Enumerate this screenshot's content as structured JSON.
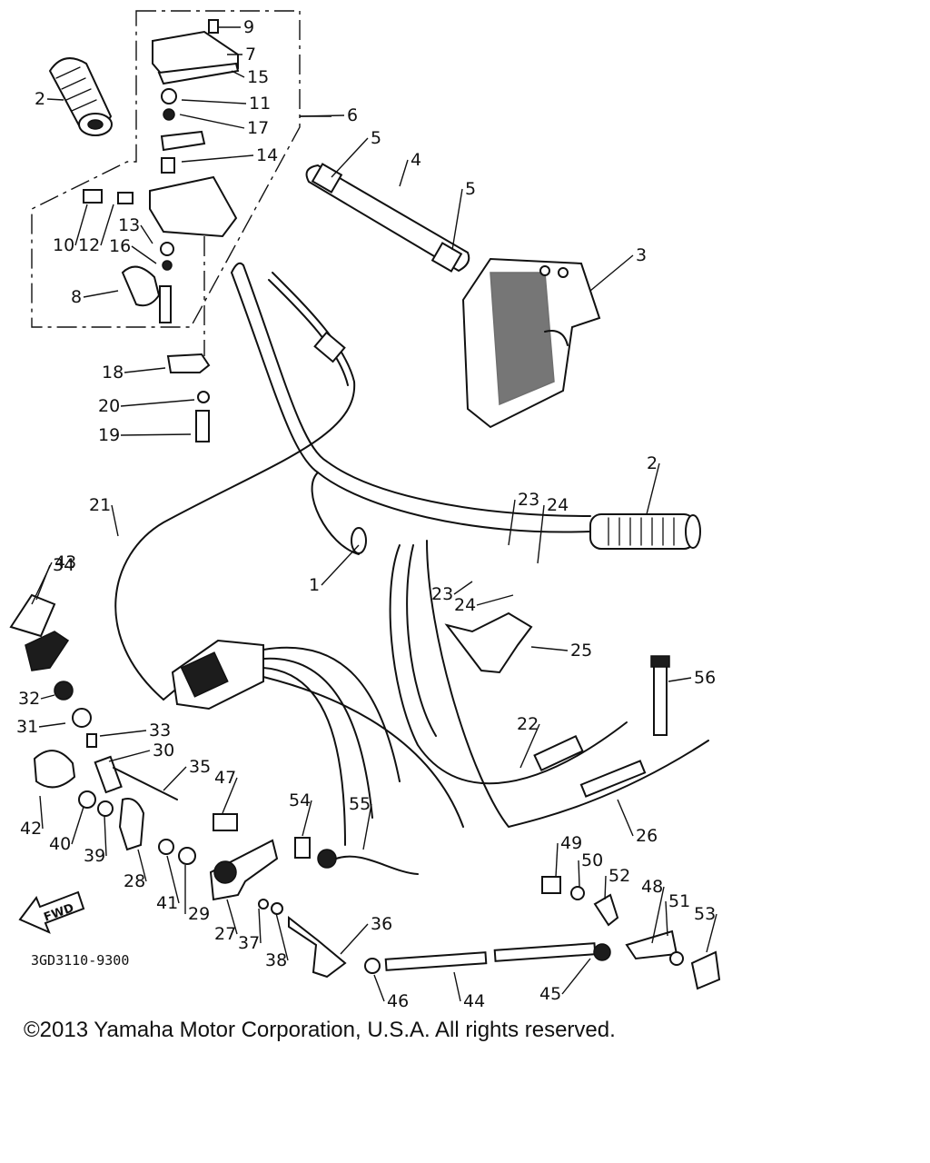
{
  "diagram": {
    "fwd_badge": "FWD",
    "code": "3GD3110-9300",
    "labels": [
      "1",
      "2",
      "2",
      "3",
      "4",
      "5",
      "5",
      "6",
      "7",
      "8",
      "9",
      "10",
      "11",
      "12",
      "13",
      "14",
      "15",
      "16",
      "17",
      "18",
      "19",
      "20",
      "21",
      "22",
      "23",
      "23",
      "24",
      "24",
      "25",
      "26",
      "27",
      "28",
      "29",
      "30",
      "31",
      "32",
      "33",
      "34",
      "35",
      "36",
      "37",
      "38",
      "39",
      "40",
      "41",
      "42",
      "43",
      "44",
      "45",
      "46",
      "47",
      "48",
      "49",
      "50",
      "51",
      "52",
      "53",
      "54",
      "55",
      "56"
    ]
  },
  "footer": {
    "copyright": "©2013 Yamaha Motor Corporation, U.S.A. All rights reserved."
  }
}
